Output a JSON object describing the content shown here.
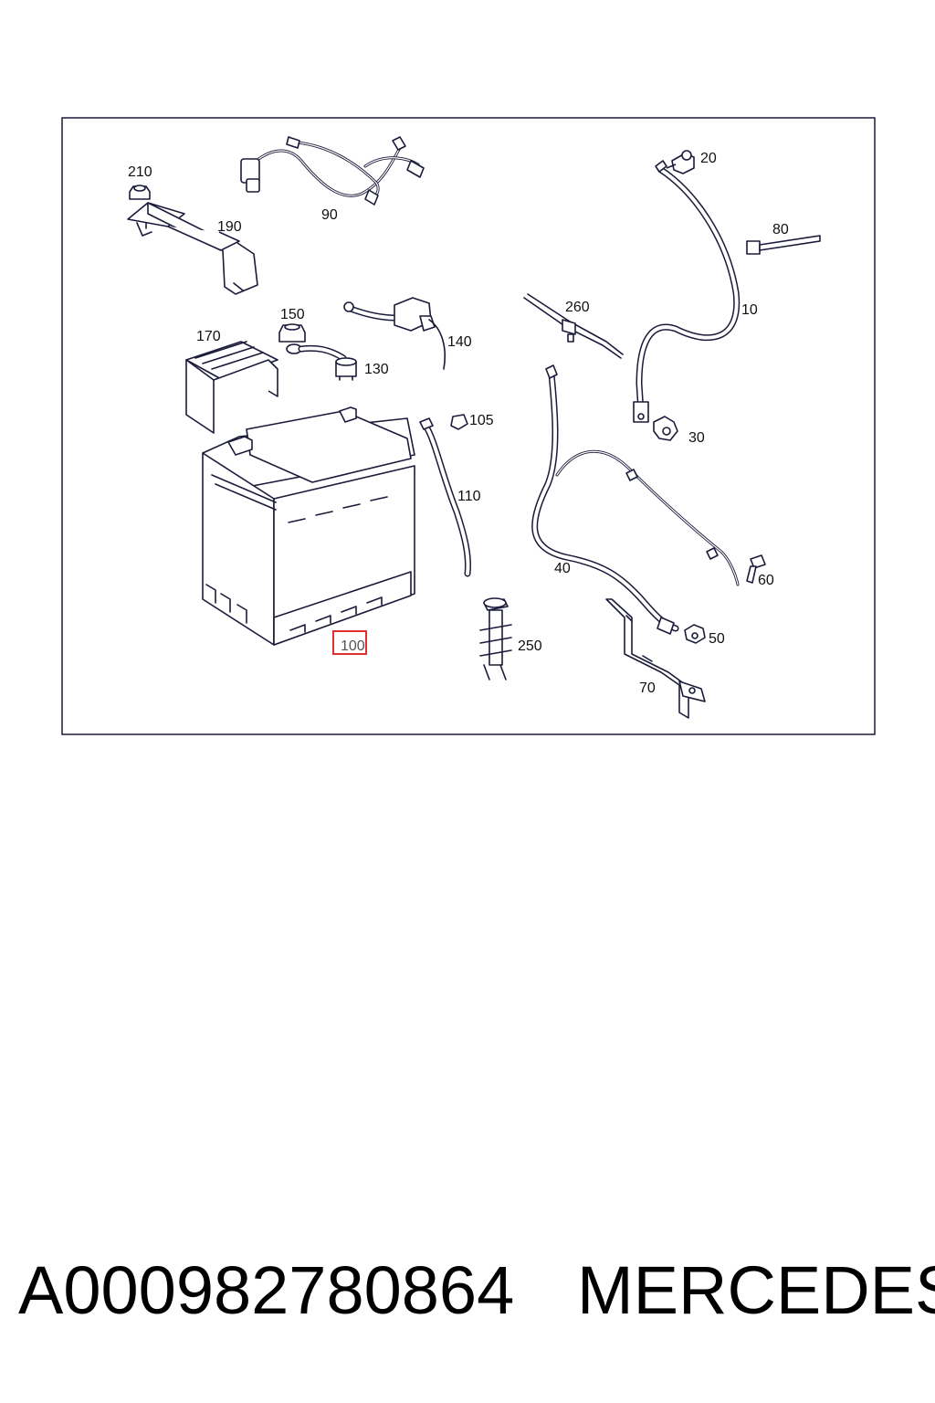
{
  "diagram": {
    "callouts": {
      "p10": "10",
      "p20": "20",
      "p30": "30",
      "p40": "40",
      "p50": "50",
      "p60": "60",
      "p70": "70",
      "p80": "80",
      "p90": "90",
      "p100": "100",
      "p105": "105",
      "p110": "110",
      "p130": "130",
      "p140": "140",
      "p150": "150",
      "p170": "170",
      "p190": "190",
      "p210": "210",
      "p250": "250",
      "p260": "260"
    },
    "highlighted_callout": "100",
    "highlight_color": "#e03030",
    "line_color": "#1a1a3a"
  },
  "caption": {
    "part_number": "A000982780864",
    "brand": "MERCEDES"
  }
}
